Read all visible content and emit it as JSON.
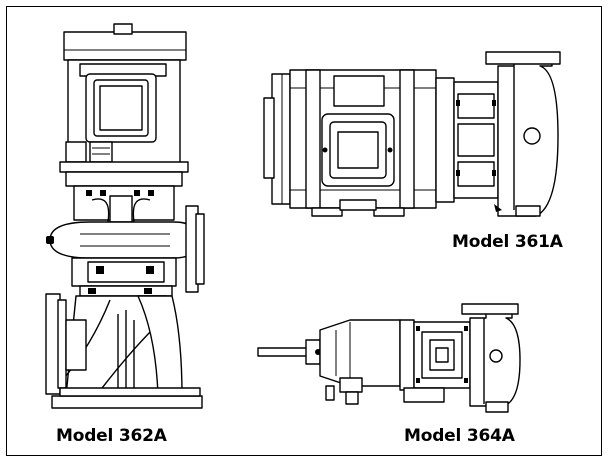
{
  "figure": {
    "captions": {
      "model_361a": "Model 361A",
      "model_362a": "Model 362A",
      "model_364a": "Model 364A"
    }
  }
}
